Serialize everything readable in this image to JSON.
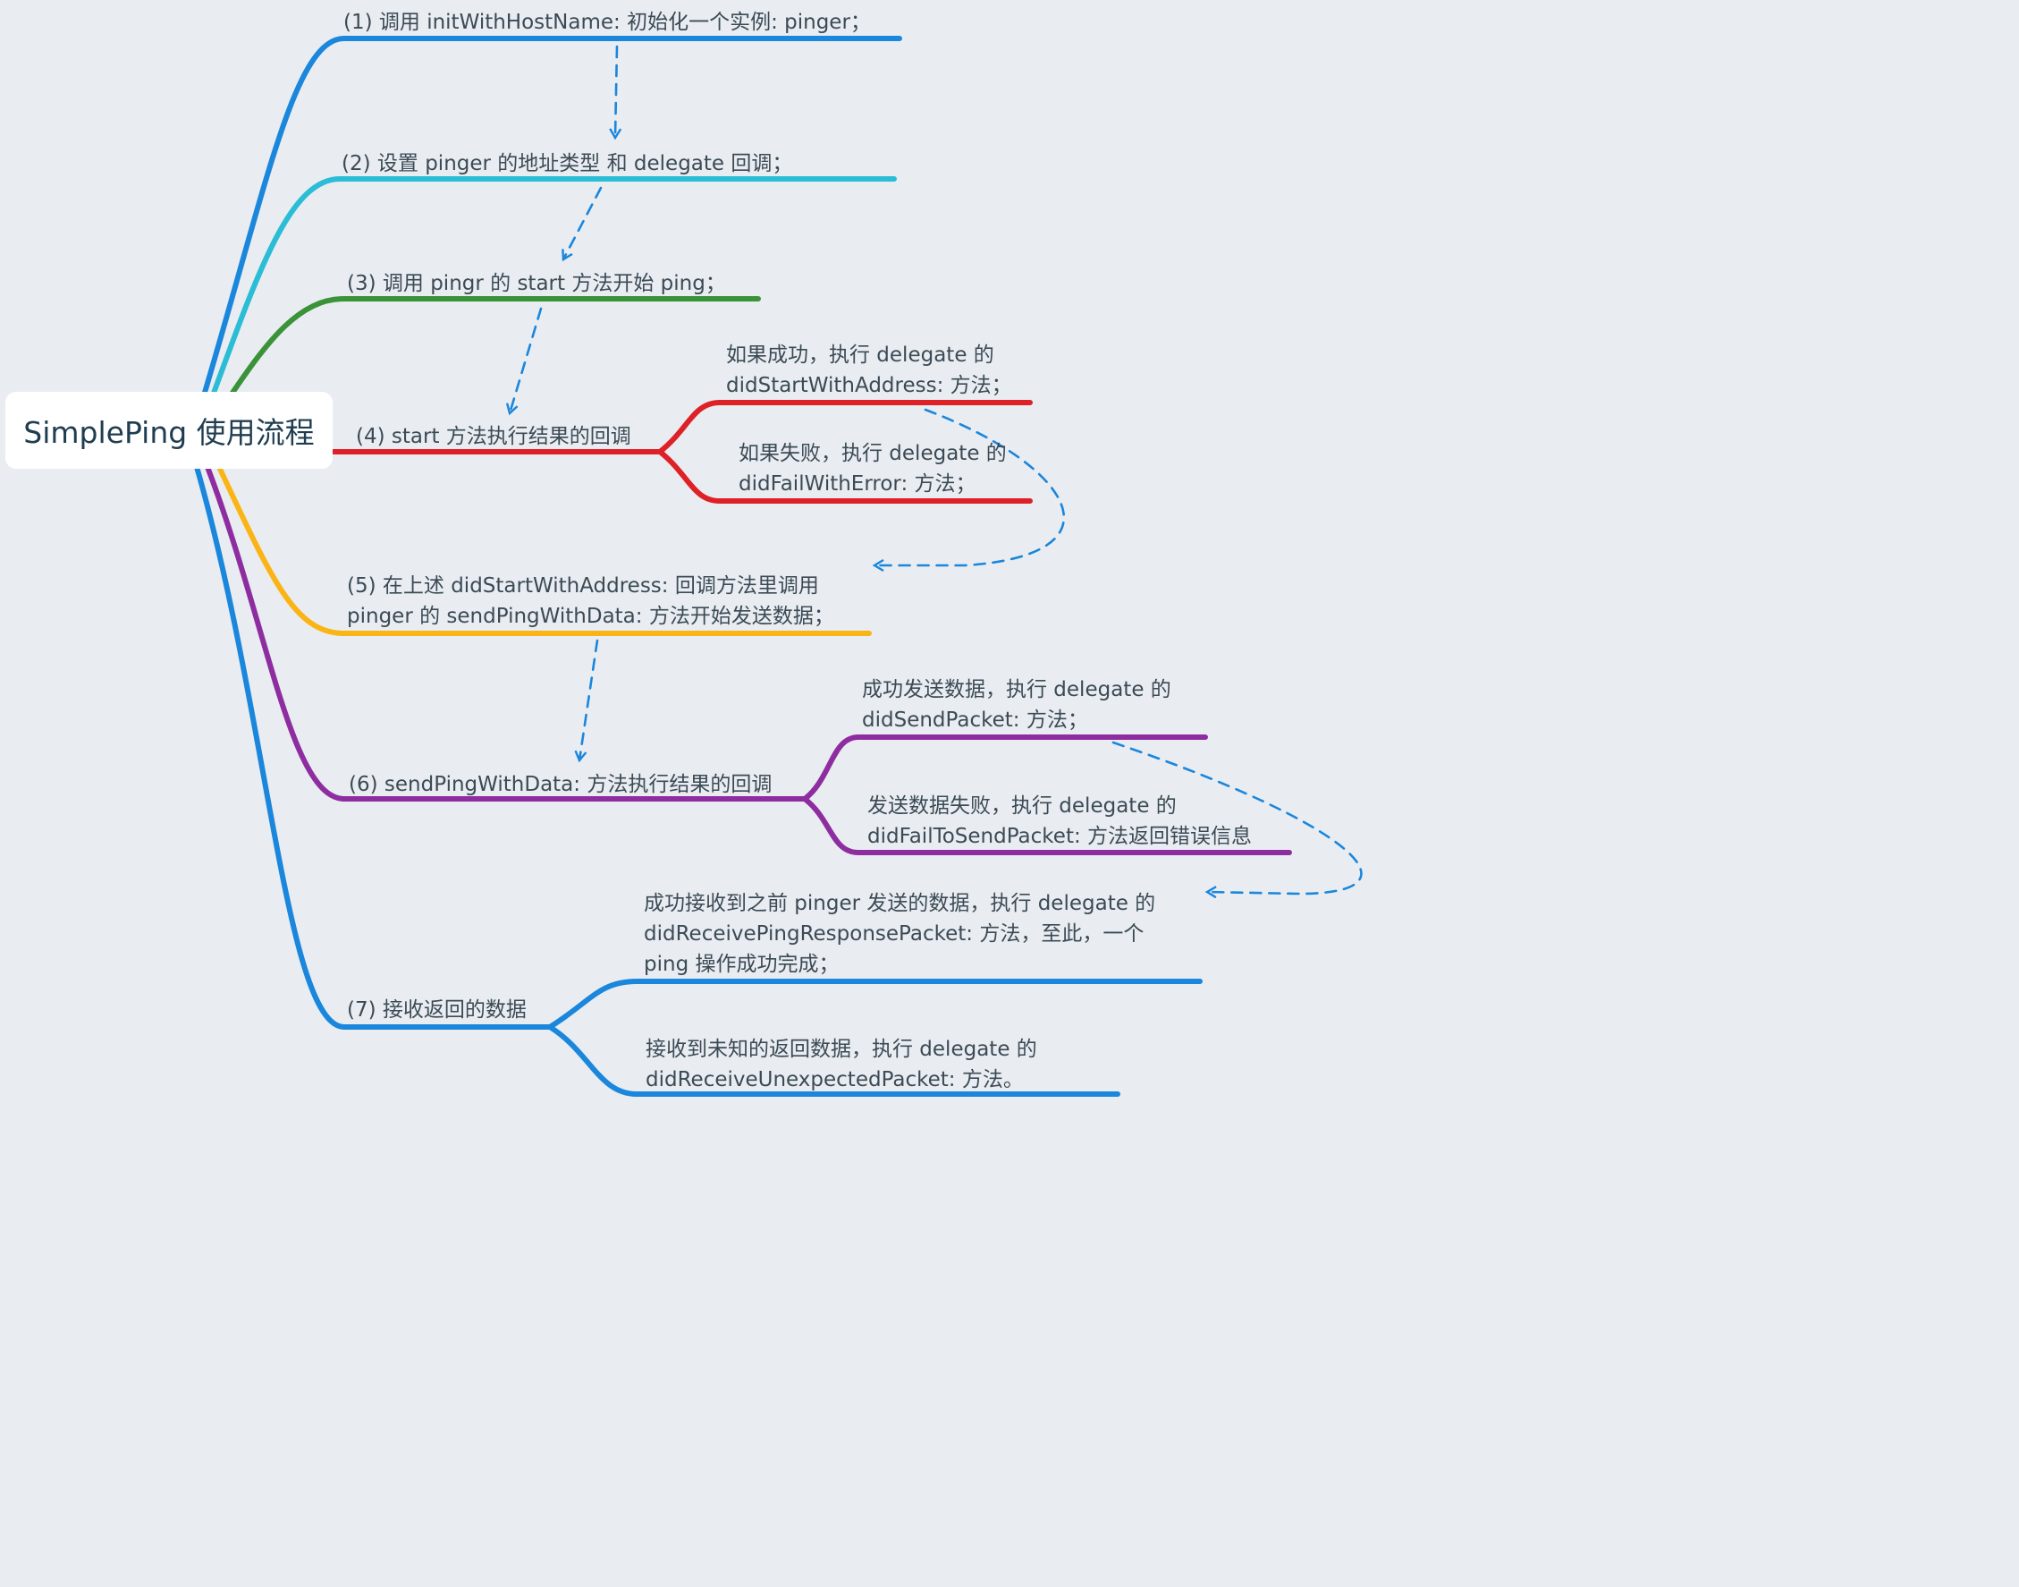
{
  "root": {
    "label": "SimplePing 使用流程"
  },
  "steps": [
    {
      "label": "(1) 调用 initWithHostName: 初始化一个实例: pinger；",
      "color": "#1a86dc"
    },
    {
      "label": "(2) 设置 pinger 的地址类型 和 delegate 回调；",
      "color": "#2bbcd6"
    },
    {
      "label": "(3) 调用 pingr 的 start 方法开始 ping；",
      "color": "#3a9239"
    },
    {
      "label": "(4) start 方法执行结果的回调",
      "color": "#dd2127",
      "children": [
        {
          "lines": [
            "如果成功，执行 delegate 的",
            "didStartWithAddress: 方法；"
          ]
        },
        {
          "lines": [
            "如果失败，执行 delegate 的",
            "didFailWithError: 方法；"
          ]
        }
      ]
    },
    {
      "lines": [
        "(5) 在上述 didStartWithAddress: 回调方法里调用",
        "pinger 的 sendPingWithData: 方法开始发送数据；"
      ],
      "color": "#fbb415"
    },
    {
      "label": "(6) sendPingWithData: 方法执行结果的回调",
      "color": "#8e2da0",
      "children": [
        {
          "lines": [
            "成功发送数据，执行 delegate 的",
            "didSendPacket: 方法；"
          ]
        },
        {
          "lines": [
            "发送数据失败，执行 delegate 的",
            "didFailToSendPacket: 方法返回错误信息"
          ]
        }
      ]
    },
    {
      "label": "(7) 接收返回的数据",
      "color": "#1a86dc",
      "children": [
        {
          "lines": [
            "成功接收到之前 pinger 发送的数据，执行 delegate 的",
            "didReceivePingResponsePacket: 方法，至此，一个",
            "ping 操作成功完成；"
          ]
        },
        {
          "lines": [
            "接收到未知的返回数据，执行 delegate 的",
            "didReceiveUnexpectedPacket: 方法。"
          ]
        }
      ]
    }
  ],
  "arrow_color": "#1a86dc"
}
